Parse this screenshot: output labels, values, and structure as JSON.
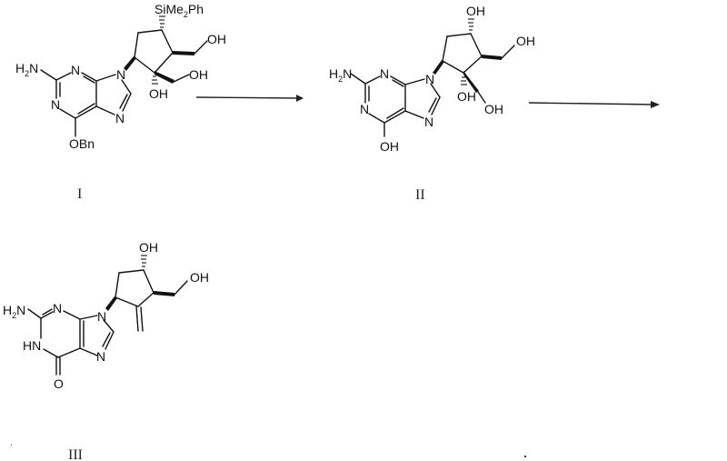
{
  "scheme": {
    "compounds": [
      {
        "id": "I",
        "label": "I",
        "substituents": {
          "amine": "H2N",
          "purine_n1": "N",
          "purine_n3": "N",
          "purine_n7": "N",
          "purine_n9": "N",
          "c6_group": "OBn",
          "silyl": "SiMe2Ph",
          "hydroxymethyl_oh": "OH",
          "quat_hydroxymethyl_oh": "OH",
          "quat_oh": "OH"
        }
      },
      {
        "id": "II",
        "label": "II",
        "substituents": {
          "amine": "H2N",
          "purine_n1": "N",
          "purine_n3": "N",
          "purine_n7": "N",
          "purine_n9": "N",
          "c6_group": "OH",
          "ring_oh": "OH",
          "hydroxymethyl_oh": "OH",
          "quat_oh": "OH",
          "quat_hydroxymethyl_oh": "OH"
        }
      },
      {
        "id": "III",
        "label": "III",
        "substituents": {
          "amine": "H2N",
          "purine_n1": "HN",
          "purine_n3": "N",
          "purine_n7": "N",
          "purine_n9": "N",
          "c6_group": "O",
          "ring_oh": "OH",
          "hydroxymethyl_oh": "OH"
        }
      }
    ],
    "arrows": [
      {
        "from": "I",
        "to": "II"
      },
      {
        "from": "II",
        "to": "III"
      }
    ]
  }
}
